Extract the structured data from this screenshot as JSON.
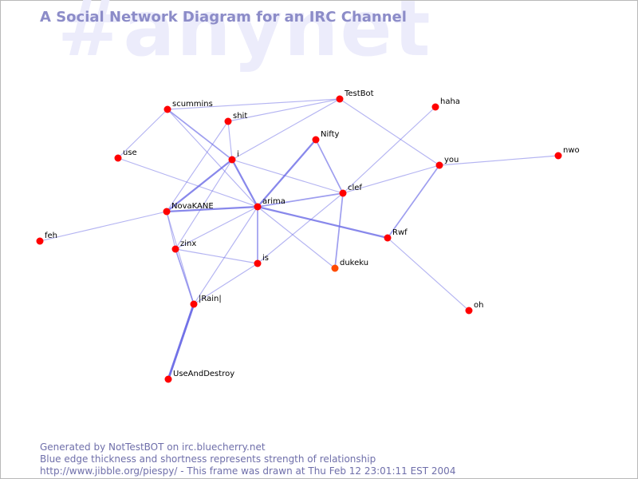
{
  "header": {
    "watermark": "#anynet",
    "title": "A Social Network Diagram for an IRC Channel"
  },
  "colors": {
    "node": "#ff0000",
    "node_alt": "#ff4a00",
    "edge": "#6a6ae6",
    "title": "#8c8cc8",
    "watermark": "#ececfb",
    "footer": "#6f6faa"
  },
  "graph": {
    "nodes": [
      {
        "id": "scummins",
        "label": "scummins"
      },
      {
        "id": "shit",
        "label": "shit"
      },
      {
        "id": "testbot",
        "label": "TestBot"
      },
      {
        "id": "haha",
        "label": "haha"
      },
      {
        "id": "nifty",
        "label": "Nifty"
      },
      {
        "id": "use",
        "label": "use"
      },
      {
        "id": "i",
        "label": "i"
      },
      {
        "id": "you",
        "label": "you"
      },
      {
        "id": "nwo",
        "label": "nwo"
      },
      {
        "id": "clef",
        "label": "clef"
      },
      {
        "id": "novakane",
        "label": "NovaKANE"
      },
      {
        "id": "arima",
        "label": "arima"
      },
      {
        "id": "feh",
        "label": "feh"
      },
      {
        "id": "rwf",
        "label": "Rwf"
      },
      {
        "id": "zinx",
        "label": "zinx"
      },
      {
        "id": "is",
        "label": "is"
      },
      {
        "id": "dukeku",
        "label": "dukeku",
        "variant": "alt"
      },
      {
        "id": "rain",
        "label": "|Rain|"
      },
      {
        "id": "oh",
        "label": "oh"
      },
      {
        "id": "useanddestroy",
        "label": "UseAndDestroy"
      }
    ],
    "edges": [
      {
        "from": "scummins",
        "to": "testbot",
        "strength": 1
      },
      {
        "from": "scummins",
        "to": "i",
        "strength": 2
      },
      {
        "from": "scummins",
        "to": "use",
        "strength": 1
      },
      {
        "from": "scummins",
        "to": "arima",
        "strength": 1
      },
      {
        "from": "shit",
        "to": "testbot",
        "strength": 1
      },
      {
        "from": "shit",
        "to": "i",
        "strength": 1
      },
      {
        "from": "shit",
        "to": "novakane",
        "strength": 1
      },
      {
        "from": "testbot",
        "to": "you",
        "strength": 1
      },
      {
        "from": "testbot",
        "to": "i",
        "strength": 1
      },
      {
        "from": "haha",
        "to": "clef",
        "strength": 1
      },
      {
        "from": "nifty",
        "to": "arima",
        "strength": 3
      },
      {
        "from": "nifty",
        "to": "clef",
        "strength": 2
      },
      {
        "from": "use",
        "to": "arima",
        "strength": 1
      },
      {
        "from": "i",
        "to": "novakane",
        "strength": 3
      },
      {
        "from": "i",
        "to": "arima",
        "strength": 3
      },
      {
        "from": "i",
        "to": "clef",
        "strength": 1
      },
      {
        "from": "i",
        "to": "zinx",
        "strength": 1
      },
      {
        "from": "you",
        "to": "nwo",
        "strength": 1
      },
      {
        "from": "you",
        "to": "clef",
        "strength": 1
      },
      {
        "from": "you",
        "to": "rwf",
        "strength": 2
      },
      {
        "from": "clef",
        "to": "arima",
        "strength": 2
      },
      {
        "from": "clef",
        "to": "dukeku",
        "strength": 2
      },
      {
        "from": "clef",
        "to": "is",
        "strength": 1
      },
      {
        "from": "novakane",
        "to": "arima",
        "strength": 3
      },
      {
        "from": "novakane",
        "to": "feh",
        "strength": 1
      },
      {
        "from": "novakane",
        "to": "zinx",
        "strength": 1
      },
      {
        "from": "novakane",
        "to": "rain",
        "strength": 1
      },
      {
        "from": "arima",
        "to": "rwf",
        "strength": 3
      },
      {
        "from": "arima",
        "to": "zinx",
        "strength": 1
      },
      {
        "from": "arima",
        "to": "is",
        "strength": 2
      },
      {
        "from": "arima",
        "to": "dukeku",
        "strength": 1
      },
      {
        "from": "arima",
        "to": "rain",
        "strength": 1
      },
      {
        "from": "zinx",
        "to": "is",
        "strength": 1
      },
      {
        "from": "zinx",
        "to": "rain",
        "strength": 2
      },
      {
        "from": "is",
        "to": "rain",
        "strength": 1
      },
      {
        "from": "rwf",
        "to": "oh",
        "strength": 1
      },
      {
        "from": "rain",
        "to": "useanddestroy",
        "strength": 4
      }
    ]
  },
  "footer": {
    "line1": "Generated by NotTestBOT on irc.bluecherry.net",
    "line2": "Blue edge thickness and shortness represents strength of relationship",
    "line3": "http://www.jibble.org/piespy/ - This frame was drawn at Thu Feb 12 23:01:11 EST 2004"
  }
}
